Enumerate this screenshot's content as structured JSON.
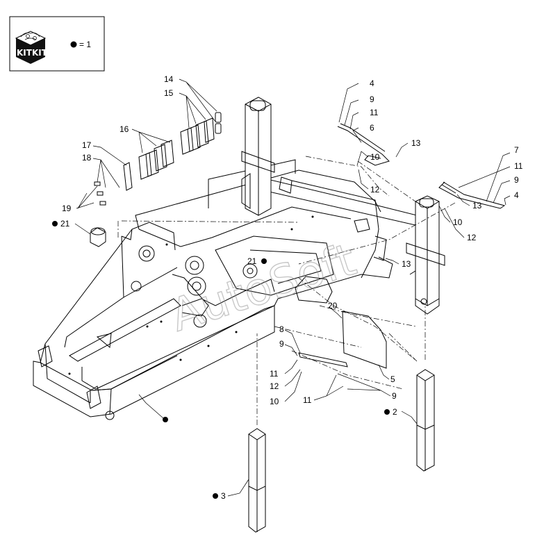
{
  "legend": {
    "kit_label_left": "KIT",
    "kit_label_right": "KIT",
    "equals_text": "= 1"
  },
  "watermark": "AutoSoft",
  "callouts": {
    "c14": "14",
    "c15": "15",
    "c16": "16",
    "c17": "17",
    "c18": "18",
    "c19": "19",
    "c21a": "21",
    "c21b": "21",
    "c4a": "4",
    "c9a": "9",
    "c11a": "11",
    "c6": "6",
    "c13a": "13",
    "c10a": "10",
    "c12a": "12",
    "c7": "7",
    "c11b": "11",
    "c9b": "9",
    "c4b": "4",
    "c13b": "13",
    "c10b": "10",
    "c12b": "12",
    "c13c": "13",
    "c20": "20",
    "c8": "8",
    "c9c": "9",
    "c11c": "11",
    "c12c": "12",
    "c10c": "10",
    "c5": "5",
    "c11d": "11",
    "c9d": "9",
    "c2": "2",
    "c3": "3"
  }
}
